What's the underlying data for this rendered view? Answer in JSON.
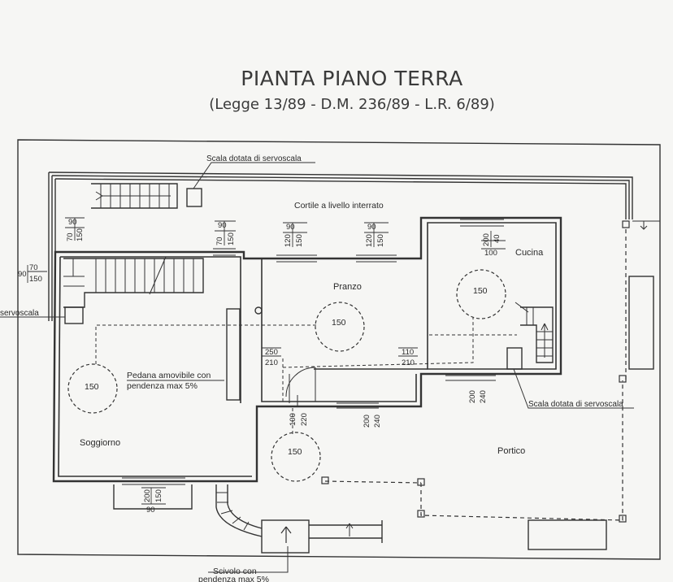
{
  "header": {
    "title": "PIANTA PIANO TERRA",
    "subtitle": "(Legge 13/89 - D.M. 236/89 - L.R. 6/89)"
  },
  "rooms": {
    "cortile": "Cortile a livello interrato",
    "pranzo": "Pranzo",
    "cucina": "Cucina",
    "soggiorno": "Soggiorno",
    "portico": "Portico"
  },
  "notes": {
    "servoscala_top": "Scala dotata di servoscala",
    "servoscala_right": "Scala dotata di servoscala",
    "servoscala_left": "servoscala",
    "pedana_line1": "Pedana amovibile con",
    "pedana_line2": "pendenza max 5%",
    "scivolo_line1": "Scivolo con",
    "scivolo_line2": "pendenza max 5%"
  },
  "turning_circles": {
    "soggiorno": "150",
    "pranzo": "150",
    "cucina": "150",
    "portico": "150"
  },
  "dimensions": {
    "w90_150_top_width": "90",
    "w90_150_top_height": "150",
    "w70_top": "70",
    "w70_150_height": "150",
    "w90_150_mid_width": "90",
    "w90_150_mid_height": "150",
    "w70_mid": "70",
    "w120_150_a_width": "90",
    "w120_150_a_h1": "120",
    "w120_150_a_h2": "150",
    "w120_150_b_width": "90",
    "w120_150_b_h1": "120",
    "w120_150_b_h2": "150",
    "cucina_w_top": "200",
    "cucina_w_mid": "40",
    "cucina_w_bottom": "100",
    "left_90": "90",
    "left_70": "70",
    "left_150": "150",
    "door_250": "250",
    "door_210_a": "210",
    "door_110": "110",
    "door_210_b": "210",
    "porta_100": "100",
    "porta_220": "220",
    "porta_200": "200",
    "porta_240": "240",
    "cucina_door_200": "200",
    "cucina_door_240": "240",
    "sogg_200": "200",
    "sogg_150": "150",
    "sogg_90": "90"
  }
}
